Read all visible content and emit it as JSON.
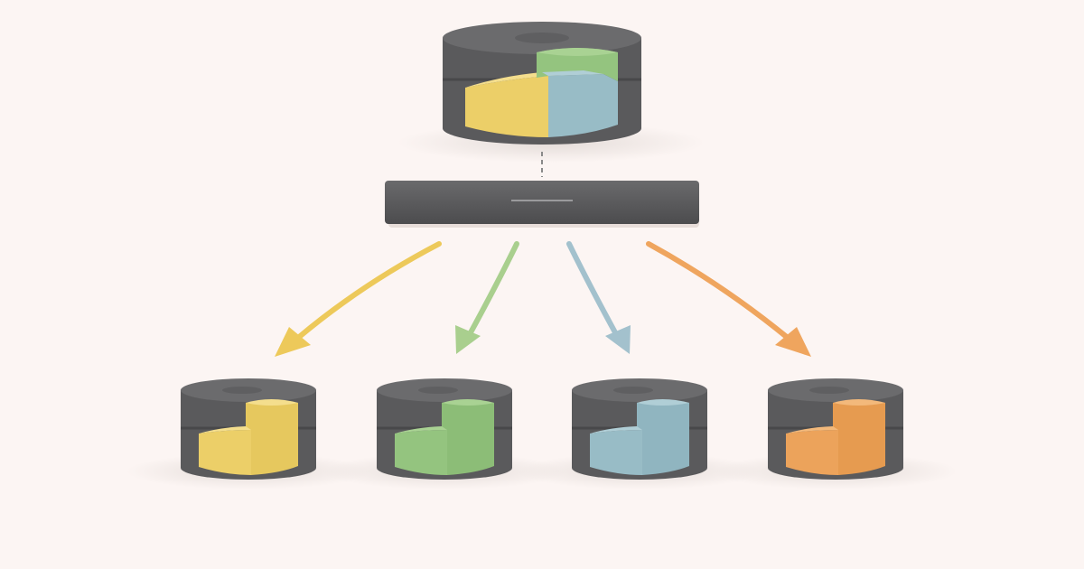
{
  "colors": {
    "background": "#fcf5f3",
    "cylinder_dark": "#565658",
    "cylinder_mid": "#636365",
    "cylinder_top": "#6b6b6d",
    "router": "#58585a",
    "router_line": "#9a9a9c",
    "connector": "#8a8a8a"
  },
  "source_db": {
    "name": "source-database",
    "segments": [
      {
        "name": "yellow-segment",
        "color": "#eccf68"
      },
      {
        "name": "green-segment",
        "color": "#94c47f"
      },
      {
        "name": "blue-segment",
        "color": "#98bcc6"
      }
    ]
  },
  "router": {
    "name": "shard-router"
  },
  "shards": [
    {
      "name": "shard-yellow",
      "color": "#eccf68",
      "arrow_color": "#edc95a"
    },
    {
      "name": "shard-green",
      "color": "#94c47f",
      "arrow_color": "#a9cf8e"
    },
    {
      "name": "shard-blue",
      "color": "#98bcc6",
      "arrow_color": "#a3c1cd"
    },
    {
      "name": "shard-orange",
      "color": "#eca35b",
      "arrow_color": "#efa55e"
    }
  ]
}
